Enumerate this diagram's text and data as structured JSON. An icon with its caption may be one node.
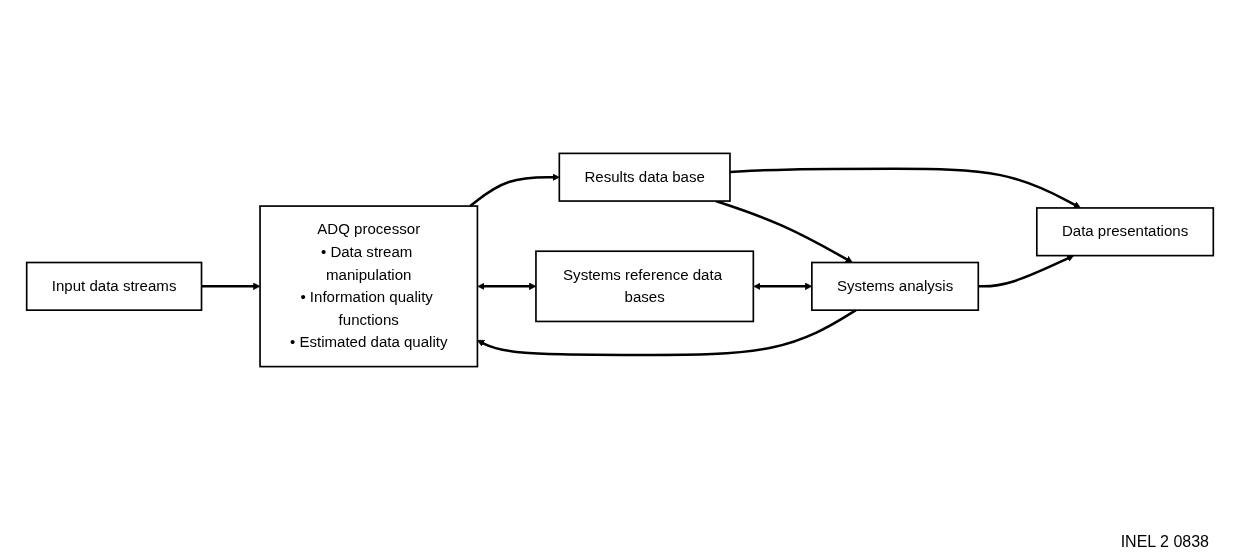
{
  "diagram": {
    "nodes": [
      {
        "text": [
          "Input data streams"
        ]
      },
      {
        "text": [
          "ADQ processor",
          "• Data stream manipulation",
          "• Information quality functions",
          "• Estimated data quality"
        ]
      },
      {
        "text": [
          "Results data base"
        ]
      },
      {
        "text": [
          "Data presentations"
        ]
      },
      {
        "text": [
          "Systems reference data bases"
        ]
      },
      {
        "text": [
          "Systems analysis"
        ]
      }
    ],
    "edges": [
      {
        "from": 0,
        "to": 1,
        "arrow": "to"
      },
      {
        "from": 1,
        "to": 2,
        "arrow": "to"
      },
      {
        "from": 2,
        "to": 3,
        "arrow": "to"
      },
      {
        "from": 1,
        "to": 4,
        "arrow": "both"
      },
      {
        "from": 2,
        "to": 5,
        "arrow": "to"
      },
      {
        "from": 5,
        "to": 1,
        "arrow": "to"
      },
      {
        "from": 4,
        "to": 5,
        "arrow": "both"
      },
      {
        "from": 5,
        "to": 3,
        "arrow": "to"
      }
    ],
    "labels": [
      "INEL 2 0838"
    ]
  }
}
